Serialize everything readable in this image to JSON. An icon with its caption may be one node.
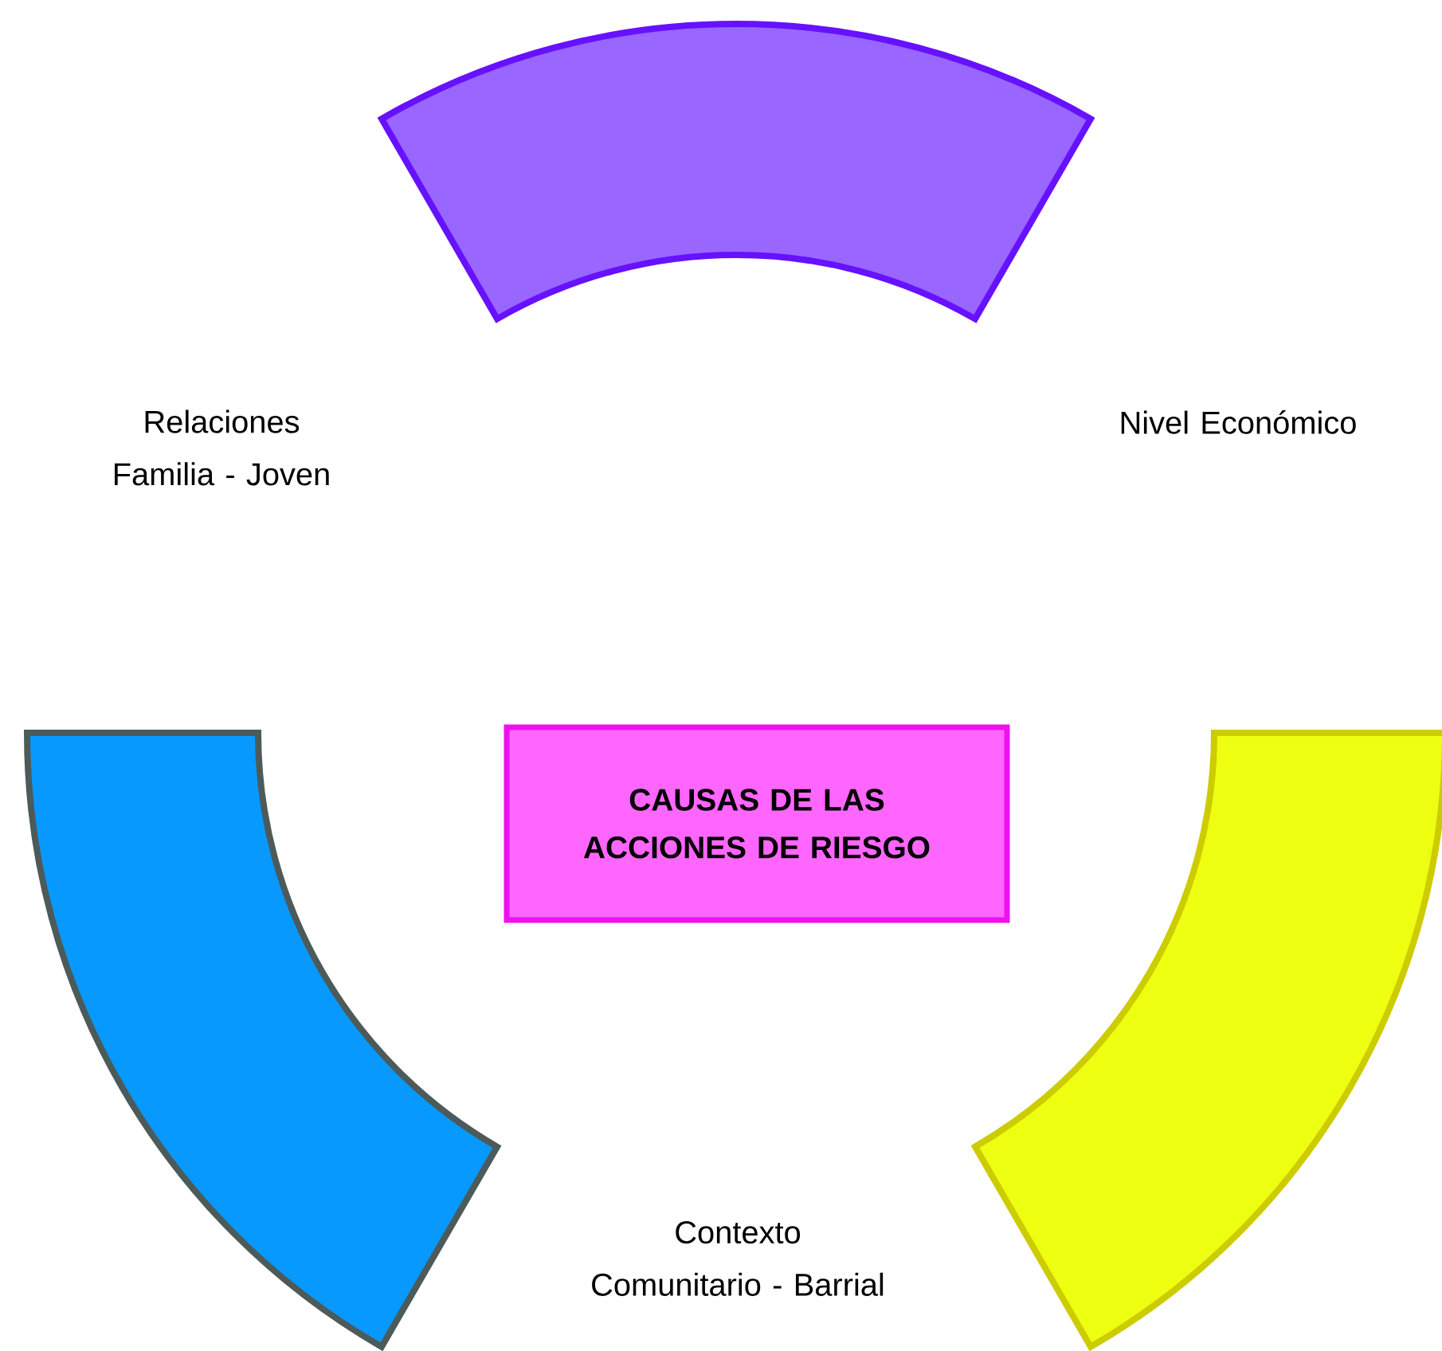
{
  "diagram": {
    "nodes": [
      {
        "text": [],
        "shape": "arc"
      },
      {
        "text": [],
        "shape": "arc"
      },
      {
        "text": [
          "CAUSAS DE LAS ACCIONES DE RIESGO"
        ]
      },
      {
        "text": [],
        "shape": "arc"
      }
    ],
    "labels": [
      "Relaciones Familia - Joven",
      "Nivel Económico",
      "Contexto Comunitario - Barrial"
    ]
  }
}
